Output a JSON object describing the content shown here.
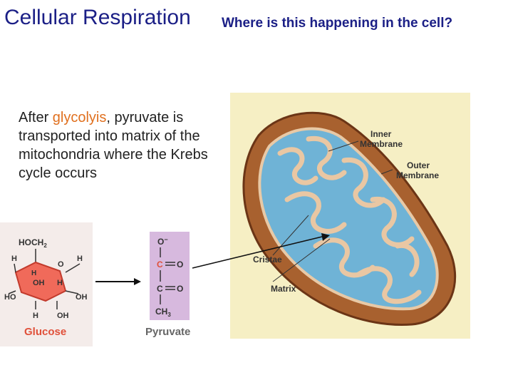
{
  "slide": {
    "title": "Cellular Respiration",
    "question": "Where is this happening in the cell?",
    "body": {
      "before_highlight": "After ",
      "highlight": "glycolyis",
      "after_highlight": ", pyruvate is transported into matrix of the mitochondria where the Krebs cycle occurs"
    }
  },
  "glucose": {
    "label": "Glucose",
    "top_group": "HOCH",
    "top_sub": "2",
    "atoms": {
      "h_left_top": "H",
      "h_right_top": "H",
      "o_ring": "O",
      "h_inner_left": "H",
      "oh_inner": "OH",
      "h_inner_right": "H",
      "ho_left": "HO",
      "oh_right": "OH",
      "h_bottom": "H",
      "oh_bottom": "OH"
    }
  },
  "pyruvate": {
    "label": "Pyruvate",
    "o_minus": "O",
    "charge": "−",
    "c_carboxyl": "C",
    "o_carboxyl": "O",
    "c_keto": "C",
    "o_keto": "O",
    "ch3": "CH",
    "ch3_sub": "3"
  },
  "mitochondrion": {
    "inner_membrane": [
      "Inner",
      "Membrane"
    ],
    "outer_membrane": [
      "Outer",
      "Membrane"
    ],
    "cristae": "Cristae",
    "matrix": "Matrix"
  },
  "colors": {
    "title": "#1b1f86",
    "highlight": "#e0701f",
    "glucose_ring": "#f06a5a",
    "glucose_label": "#e0503a",
    "pyruvate_bg": "#d7b9de",
    "pyruvate_red": "#e0503a",
    "matrix_blue": "#6fb3d6",
    "membrane_brown": "#8a4a24",
    "panel_bg": "#f6efc4"
  }
}
